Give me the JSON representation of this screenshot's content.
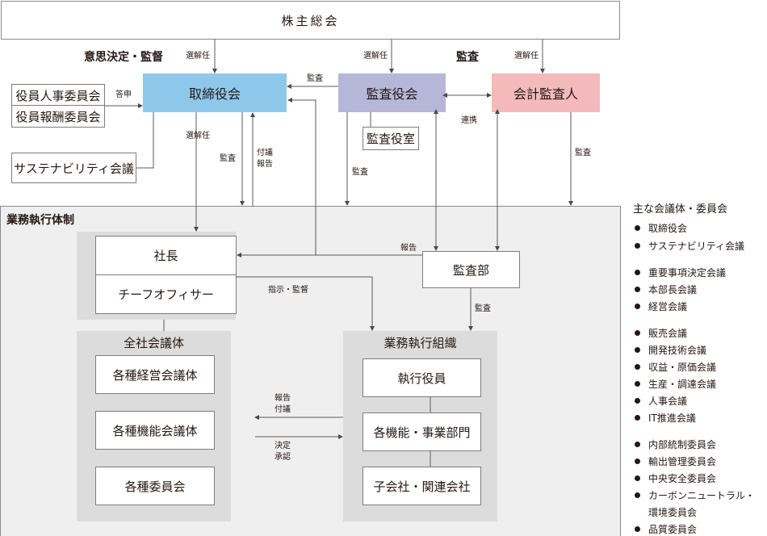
{
  "colors": {
    "board": "#8dc8ea",
    "audit_board": "#b6b6d8",
    "accounting_auditor": "#f4babb",
    "exec_area": "#efefef",
    "group_panel": "#dcdcdc",
    "line": "#5a5a5a"
  },
  "shareholders": "株主総会",
  "section_headers": {
    "decision": "意思決定・監督",
    "audit": "監査",
    "execution": "業務執行体制"
  },
  "nodes": {
    "board": "取締役会",
    "audit_board": "監査役会",
    "accounting_auditor": "会計監査人",
    "nomination_committee": "役員人事委員会",
    "remuneration_committee": "役員報酬委員会",
    "sustainability_council": "サステナビリティ会議",
    "audit_office": "監査役室",
    "president": "社長",
    "chief_officers": "チーフオフィサー",
    "internal_audit": "監査部",
    "company_councils_title": "全社会議体",
    "mgmt_councils": "各種経営会議体",
    "func_councils": "各種機能会議体",
    "committees": "各種委員会",
    "exec_org_title": "業務執行組織",
    "exec_officers": "執行役員",
    "divisions": "各機能・事業部門",
    "subsidiaries": "子会社・関連会社"
  },
  "edge_labels": {
    "appoint_board": "選解任",
    "appoint_audit": "選解任",
    "appoint_auditor": "選解任",
    "report_committees": "答申",
    "audit_to_board": "監査",
    "cooperation": "連携",
    "appoint_president": "選解任",
    "board_audit_exec": "監査",
    "agenda_report_1": "付議",
    "agenda_report_2": "報告",
    "audit_board_exec": "監査",
    "auditor_exec": "監査",
    "internal_report": "報告",
    "instruct": "指示・監督",
    "internal_audit_org": "監査",
    "report_up_1": "報告",
    "report_up_2": "付議",
    "decide_1": "決定",
    "decide_2": "承認"
  },
  "legend": {
    "title": "主な会議体・委員会",
    "items": [
      "取締役会",
      "サステナビリティ会議",
      "重要事項決定会議",
      "本部長会議",
      "経営会議",
      "販売会議",
      "開発技術会議",
      "収益・原価会議",
      "生産・調達会議",
      "人事会議",
      "IT推進会議",
      "内部統制委員会",
      "輸出管理委員会",
      "中央安全委員会",
      "カーボンニュートラル・",
      "環境委員会",
      "品質委員会"
    ]
  }
}
